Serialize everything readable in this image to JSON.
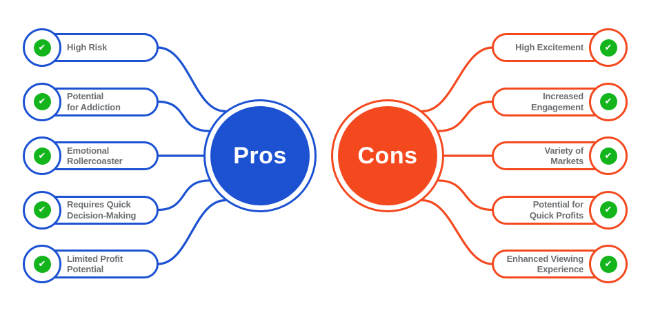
{
  "diagram": {
    "left": {
      "title": "Pros",
      "color": "#1c52d2",
      "items": [
        {
          "label": "High Risk"
        },
        {
          "label": "Potential\nfor Addiction"
        },
        {
          "label": "Emotional\nRollercoaster"
        },
        {
          "label": "Requires Quick\nDecision-Making"
        },
        {
          "label": "Limited Profit\nPotential"
        }
      ]
    },
    "right": {
      "title": "Cons",
      "color": "#f4491f",
      "items": [
        {
          "label": "High Excitement"
        },
        {
          "label": "Increased\nEngagement"
        },
        {
          "label": "Variety of\nMarkets"
        },
        {
          "label": "Potential for\nQuick Profits"
        },
        {
          "label": "Enhanced Viewing\nExperience"
        }
      ]
    },
    "check_icon": "check-icon",
    "check_glyph": "✔",
    "check_color": "#13b41c",
    "text_color": "#6c6f72",
    "background_color": "#ffffff"
  }
}
